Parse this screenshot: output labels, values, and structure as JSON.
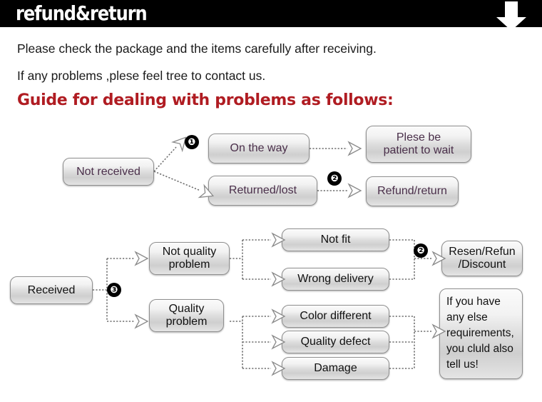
{
  "header": {
    "title": "refund&return",
    "arrow_icon": "down-arrow-icon",
    "bg_color": "#000000",
    "text_color": "#ffffff"
  },
  "intro": {
    "line1": "Please check the package and the items carefully after receiving.",
    "line2": "If any problems ,plese feel tree to contact us.",
    "heading": "Guide for dealing with problems as follows:",
    "heading_color": "#b01c22"
  },
  "flow_not_received": {
    "root": "Not received",
    "marker_1": "❶",
    "marker_2": "❷",
    "branches": [
      {
        "cause": "On the way",
        "result": "Plese be\npatient to wait"
      },
      {
        "cause": "Returned/lost",
        "result": "Refund/return"
      }
    ]
  },
  "flow_received": {
    "root": "Received",
    "marker_3": "❸",
    "marker_2": "❷",
    "categories": [
      {
        "label": "Not quality\nproblem",
        "issues": [
          "Not fit",
          "Wrong delivery"
        ]
      },
      {
        "label": "Quality\nproblem",
        "issues": [
          "Color different",
          "Quality defect",
          "Damage"
        ]
      }
    ],
    "outcomes": [
      "Resen/Refun\n/Discount",
      "If you have\nany else\nrequirements,\nyou cluld also\ntell us!"
    ]
  },
  "style": {
    "box_border": "#8f8f8f",
    "box_text": "#111111",
    "box_text_purple": "#4a2f4a",
    "connector": "#6f6f6f"
  }
}
